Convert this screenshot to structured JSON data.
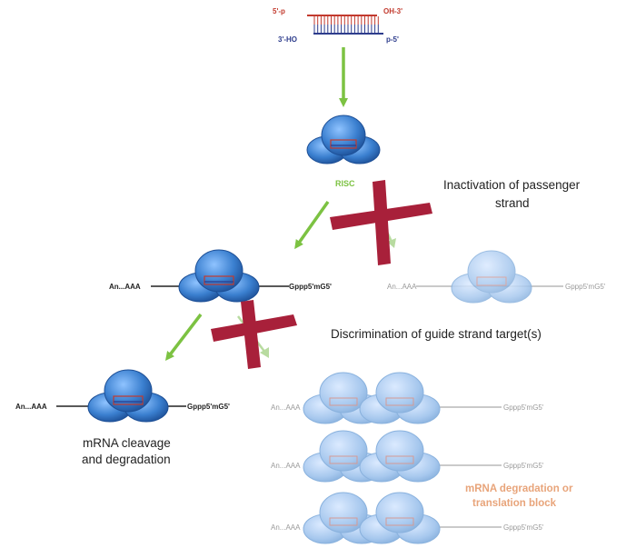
{
  "sirna": {
    "top_left": "5'-p",
    "top_right": "OH-3'",
    "bottom_left": "3'-HO",
    "bottom_right": "p-5'"
  },
  "risc_label": "RISC",
  "inactivation_label_line1": "Inactivation of passenger",
  "inactivation_label_line2": "strand",
  "discrimination_label": "Discrimination of guide strand target(s)",
  "mrna_left_label": "An...AAA",
  "mrna_right_label": "Gppp5'mG5'",
  "cleavage_label_line1": "mRNA cleavage",
  "cleavage_label_line2": "and degradation",
  "degradation_label_line1": "mRNA degradation or",
  "degradation_label_line2": "translation block",
  "colors": {
    "arrow_green": "#7cc242",
    "arrow_faint": "#b8dba0",
    "cross_red": "#a8203a",
    "risc_blue": "#3a7fcf",
    "risc_faint": "#a7c8ee",
    "strand_red": "#c23a2e",
    "strand_blue": "#2d3c8c"
  }
}
